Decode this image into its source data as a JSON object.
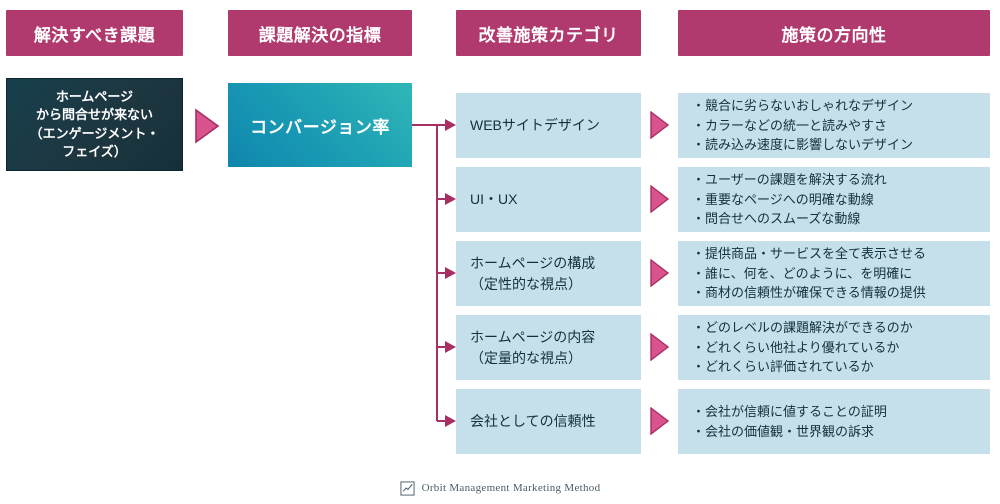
{
  "theme": {
    "header_bg": "#b03a6e",
    "box_bg": "#c5e0ea",
    "arrow_color": "#a82f63",
    "triangle_fill": "#d9548c",
    "triangle_stroke": "#a82f63",
    "problem_gradient_from": "#17404d",
    "problem_gradient_to": "#16303a",
    "kpi_gradient_from": "#0f86ad",
    "kpi_gradient_to": "#2fb7b6",
    "text_dark": "#14303c",
    "footer_text": "#4a5c66"
  },
  "headers": [
    {
      "label": "解決すべき課題"
    },
    {
      "label": "課題解決の指標"
    },
    {
      "label": "改善施策カテゴリ"
    },
    {
      "label": "施策の方向性"
    }
  ],
  "problem": {
    "lines": [
      "ホームページ",
      "から問合せが来ない",
      "（エンゲージメント・",
      "フェイズ）"
    ]
  },
  "kpi": {
    "label": "コンバージョン率"
  },
  "rows": [
    {
      "category_line1": "WEBサイトデザイン",
      "category_line2": "",
      "directions": [
        "・競合に劣らないおしゃれなデザイン",
        "・カラーなどの統一と読みやすさ",
        "・読み込み速度に影響しないデザイン"
      ]
    },
    {
      "category_line1": "UI・UX",
      "category_line2": "",
      "directions": [
        "・ユーザーの課題を解決する流れ",
        "・重要なページへの明確な動線",
        "・問合せへのスムーズな動線"
      ]
    },
    {
      "category_line1": "ホームページの構成",
      "category_line2": "（定性的な視点）",
      "directions": [
        "・提供商品・サービスを全て表示させる",
        "・誰に、何を、どのように、を明確に",
        "・商材の信頼性が確保できる情報の提供"
      ]
    },
    {
      "category_line1": "ホームページの内容",
      "category_line2": "（定量的な視点）",
      "directions": [
        "・どのレベルの課題解決ができるのか",
        "・どれくらい他社より優れているか",
        "・どれくらい評価されているか"
      ]
    },
    {
      "category_line1": "会社としての信頼性",
      "category_line2": "",
      "directions": [
        "・会社が信頼に値することの証明",
        "・会社の価値観・世界観の訴求"
      ]
    }
  ],
  "footer": {
    "brand": "Orbit Management Marketing Method",
    "icon": "chart-box-icon"
  }
}
